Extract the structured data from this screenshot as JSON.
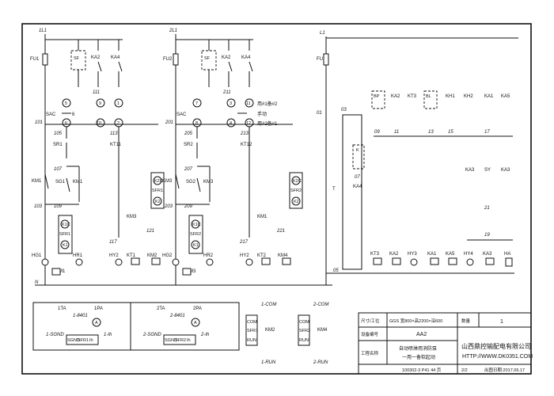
{
  "frame": {
    "lamp": "⊗"
  },
  "labels": {
    "L1_1": "1L1",
    "L1_2": "2L1",
    "L1_3": "L1",
    "N": "N",
    "FU1": "FU1",
    "FU2": "FU2",
    "FU": "FU",
    "SF": "SF",
    "KA2": "KA2",
    "KA4": "KA4",
    "KA3": "KA3",
    "KA1": "KA1",
    "KA5": "KA5",
    "KT3": "KT3",
    "KH1": "KH1",
    "KH2": "KH2",
    "BP": "BP",
    "BL": "BL",
    "SY": "SY",
    "K": "K",
    "SAC": "SAC",
    "n111": "111",
    "n211": "211",
    "n101": "101",
    "n201": "201",
    "n105": "105",
    "n205": "205",
    "n113": "113",
    "n213": "213",
    "n107": "107",
    "n207": "207",
    "n103": "103",
    "n203": "203",
    "n109": "109",
    "n209": "209",
    "n117": "117",
    "n217": "217",
    "n121": "121",
    "n221": "221",
    "n01": "01",
    "n03": "03",
    "n05": "05",
    "n07": "07",
    "n09": "09",
    "n11": "11",
    "n13": "13",
    "n15": "15",
    "n17": "17",
    "n19": "19",
    "n21": "21",
    "SR1": "SR1",
    "SR2": "SR2",
    "SG1": "SG1",
    "SG2": "SG2",
    "KM1": "KM1",
    "KM2": "KM2",
    "KM3": "KM3",
    "KM4": "KM4",
    "KT1": "KT1",
    "KT2": "KT2",
    "KT11": "KT11",
    "KT12": "KT12",
    "HG1": "HG1",
    "HG2": "HG2",
    "HR1": "HR1",
    "HR2": "HR2",
    "HY2": "HY2",
    "HY3": "HY3",
    "HY4": "HY4",
    "HA": "HA",
    "K1C": "K1C",
    "K2C": "K2C",
    "SFR1": "SFR1",
    "SFR2": "SFR2",
    "K1": "K1",
    "K2": "K2",
    "sel1": "用#1备#2",
    "sel2": "手动",
    "sel3": "用#2备#1",
    "c5": "5",
    "c6": "6",
    "c7": "7",
    "c8": "8",
    "c9": "9",
    "c1": "1",
    "c3": "3",
    "c2": "2",
    "c4": "4",
    "c11": "11",
    "c10": "10",
    "c12": "12",
    "T": "T",
    "KA4b": "KA4"
  },
  "bottom": {
    "a1": "1TA",
    "a2": "1PA",
    "a3": "1-8401",
    "a4": "1-SGND",
    "a5": "1-Ih",
    "a6": "SGND",
    "a7": "SFR1",
    "a8": "Ih",
    "a9": "A",
    "b1": "2TA",
    "b2": "2PA",
    "b3": "2-8401",
    "b4": "2-SGND",
    "b5": "2-Ih",
    "b6": "SGND",
    "b7": "SFR2",
    "b8": "Ih",
    "b9": "A",
    "c1": "1-COM",
    "c2": "KM2",
    "c3": "1-RUN",
    "c4": "COM",
    "c5": "SFR1",
    "c6": "RUN",
    "d1": "2-COM",
    "d2": "KM4",
    "d3": "2-RUN",
    "d4": "COM",
    "d5": "SFR2",
    "d6": "RUN"
  },
  "titleblock": {
    "r1_label": "尺寸/工位",
    "r1_value": "GGS 宽800×高2200×深600",
    "r1_num_label": "数量",
    "r1_num": "1",
    "r2_label": "设备编号",
    "r2_value": "AA2",
    "r3_label": "工程名称",
    "r3_value": "自动喷淋用消防泵",
    "r3_value2": "一用一备软起动",
    "company": "山西鼎控输配电有限公司",
    "url": "HTTP://WWW.DK0351.COM",
    "dwg": "100302-3 P41 44 页",
    "page": "2/2",
    "date": "出图日期:2017.06.17"
  }
}
